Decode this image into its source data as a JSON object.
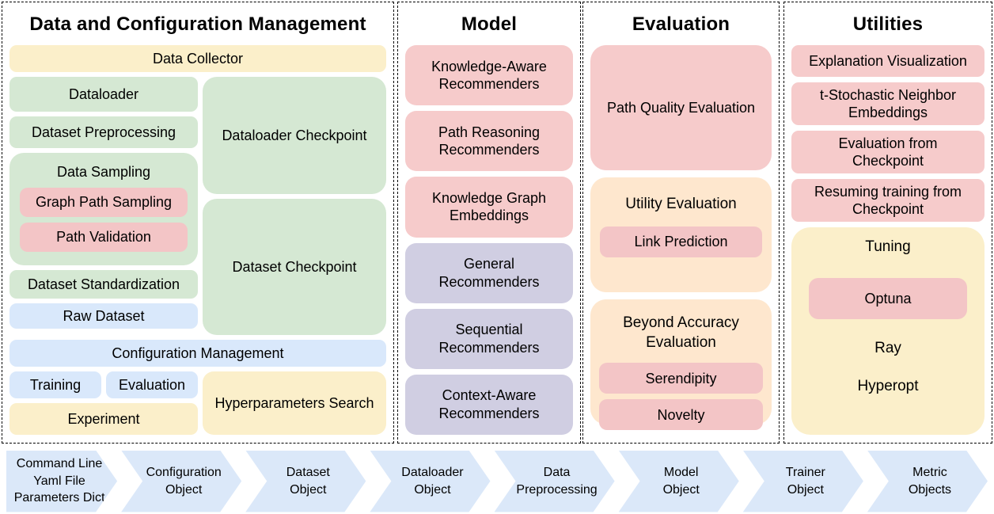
{
  "palette": {
    "yellow": "#FBEFCA",
    "green": "#D5E8D3",
    "blue": "#D9E8FB",
    "pink": "#F6CBCB",
    "pinksm": "#F3C5C6",
    "purple": "#D0CEE2",
    "orange": "#FEE7CE",
    "chevron": "#DBE8F9"
  },
  "data_config": {
    "title": "Data and Configuration Management",
    "data_collector": "Data Collector",
    "dataloader": "Dataloader",
    "dataset_preprocessing": "Dataset Preprocessing",
    "data_sampling": "Data Sampling",
    "graph_path_sampling": "Graph Path Sampling",
    "path_validation": "Path Validation",
    "dataset_standardization": "Dataset Standardization",
    "raw_dataset": "Raw Dataset",
    "dataloader_checkpoint": "Dataloader Checkpoint",
    "dataset_checkpoint": "Dataset Checkpoint",
    "configuration_management": "Configuration Management",
    "training": "Training",
    "evaluation": "Evaluation",
    "experiment": "Experiment",
    "hyperparameters_search": "Hyperparameters Search"
  },
  "model": {
    "title": "Model",
    "items": [
      {
        "label": "Knowledge-Aware\nRecommenders",
        "color": "pink"
      },
      {
        "label": "Path Reasoning\nRecommenders",
        "color": "pink"
      },
      {
        "label": "Knowledge Graph\nEmbeddings",
        "color": "pink"
      },
      {
        "label": "General\nRecommenders",
        "color": "purple"
      },
      {
        "label": "Sequential\nRecommenders",
        "color": "purple"
      },
      {
        "label": "Context-Aware\nRecommenders",
        "color": "purple"
      }
    ]
  },
  "evaluation": {
    "title": "Evaluation",
    "path_quality": "Path Quality Evaluation",
    "utility": {
      "title": "Utility Evaluation",
      "link_prediction": "Link Prediction"
    },
    "beyond_accuracy": {
      "title": "Beyond Accuracy\nEvaluation",
      "serendipity": "Serendipity",
      "novelty": "Novelty"
    }
  },
  "utilities": {
    "title": "Utilities",
    "explanation_visualization": "Explanation Visualization",
    "tsne": "t-Stochastic Neighbor\nEmbeddings",
    "eval_from_checkpoint": "Evaluation from\nCheckpoint",
    "resume_from_checkpoint": "Resuming training from\nCheckpoint",
    "tuning": {
      "title": "Tuning",
      "optuna": "Optuna",
      "ray": "Ray",
      "hyperopt": "Hyperopt"
    }
  },
  "pipeline": {
    "steps": [
      "Command Line\nYaml File\nParameters Dict",
      "Configuration\nObject",
      "Dataset\nObject",
      "Dataloader\nObject",
      "Data\nPreprocessing",
      "Model\nObject",
      "Trainer\nObject",
      "Metric\nObjects"
    ]
  }
}
